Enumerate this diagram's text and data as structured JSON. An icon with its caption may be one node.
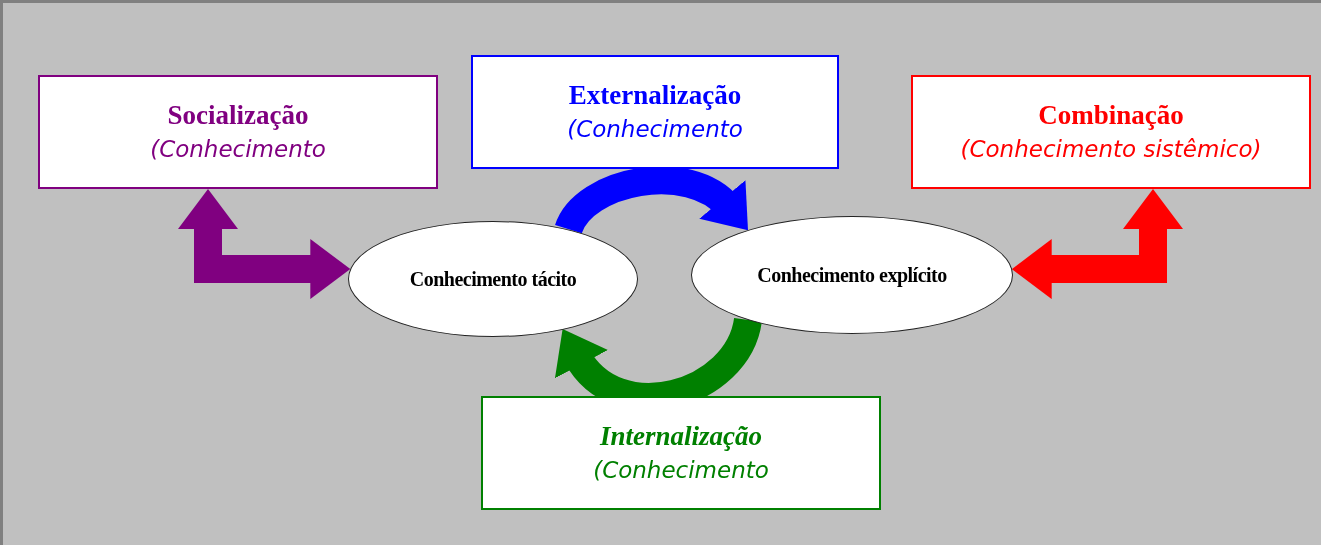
{
  "diagram": {
    "nodes": [
      {
        "text": [
          "Socialização",
          "(Conhecimento"
        ]
      },
      {
        "text": [
          "Externalização",
          "(Conhecimento"
        ]
      },
      {
        "text": [
          "Combinação",
          "(Conhecimento sistêmico)"
        ]
      },
      {
        "text": [
          "Conhecimento tácito"
        ]
      },
      {
        "text": [
          "Conhecimento explícito"
        ]
      },
      {
        "text": [
          "Internalização",
          "(Conhecimento"
        ]
      }
    ],
    "edges": [
      {
        "from": 0,
        "to": 3,
        "arrow": "both",
        "color": "#800080"
      },
      {
        "from": 3,
        "to": 4,
        "arrow": "to",
        "color": "#0000ff"
      },
      {
        "from": 4,
        "to": 3,
        "arrow": "to",
        "color": "#008000"
      },
      {
        "from": 2,
        "to": 4,
        "arrow": "both",
        "color": "#ff0000"
      }
    ]
  }
}
